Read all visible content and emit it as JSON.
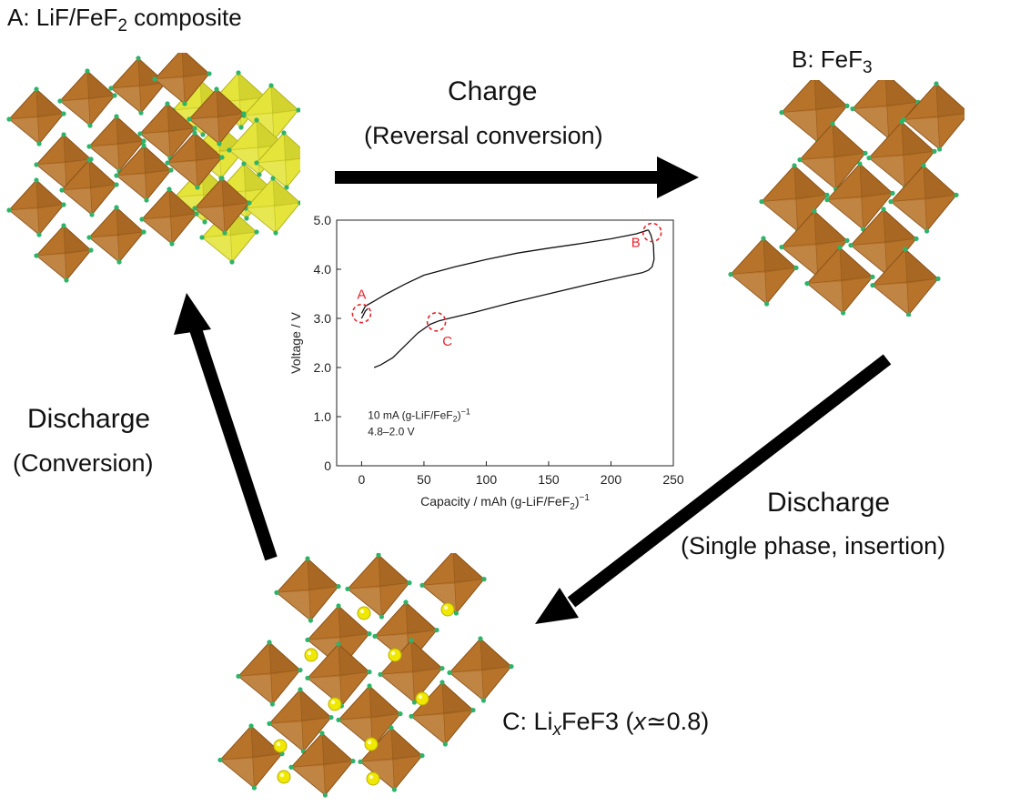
{
  "labels": {
    "a_prefix": "A: LiF/FeF",
    "a_sub": "2",
    "a_suffix": " composite",
    "b_prefix": "B: FeF",
    "b_sub": "3",
    "c_prefix": "C: Li",
    "c_sub": "x",
    "c_suffix": "FeF3 (",
    "c_x": "x",
    "c_approx": "≃0.8)"
  },
  "arrows": {
    "charge_title": "Charge",
    "charge_subtitle": "(Reversal conversion)",
    "discharge_left_title": "Discharge",
    "discharge_left_subtitle": "(Conversion)",
    "discharge_right_title": "Discharge",
    "discharge_right_subtitle": "(Single phase, insertion)"
  },
  "colors": {
    "octahedron": "#b8732a",
    "octahedron_dark": "#8a5318",
    "liF_octahedron": "#e4e43a",
    "li_atom": "#f0e800",
    "fluorine_atom": "#2db36a",
    "marker": "#e8242c",
    "arrow": "#000000"
  },
  "chart_data": {
    "type": "line",
    "xlabel": "Capacity / mAh (g-LiF/FeF",
    "xlabel_sub": "2",
    "xlabel_end": ")",
    "xlabel_sup": "−1",
    "ylabel": "Voltage / V",
    "xlim": [
      -20,
      250
    ],
    "ylim": [
      0,
      5.0
    ],
    "xticks": [
      0,
      50,
      100,
      150,
      200,
      250
    ],
    "yticks": [
      0,
      1.0,
      2.0,
      3.0,
      4.0,
      5.0
    ],
    "ytick_labels": [
      "0",
      "1.0",
      "2.0",
      "3.0",
      "4.0",
      "5.0"
    ],
    "annotation_line1": "10 mA (g-LiF/FeF",
    "annotation_line1_sub": "2",
    "annotation_line1_end": ")",
    "annotation_line1_sup": "−1",
    "annotation_line2": "4.8–2.0 V",
    "series": [
      {
        "x": [
          0,
          3,
          10,
          20,
          35,
          50,
          75,
          100,
          125,
          150,
          175,
          200,
          220,
          230
        ],
        "y": [
          3.1,
          3.25,
          3.35,
          3.5,
          3.7,
          3.88,
          4.05,
          4.2,
          4.33,
          4.43,
          4.52,
          4.62,
          4.72,
          4.8
        ]
      },
      {
        "x": [
          230,
          232,
          234,
          234.5,
          233,
          230,
          225,
          210,
          180,
          150,
          120,
          90,
          70,
          62,
          55,
          45,
          35,
          25,
          15,
          10
        ],
        "y": [
          4.8,
          4.7,
          4.5,
          4.2,
          4.05,
          3.98,
          3.93,
          3.85,
          3.68,
          3.5,
          3.32,
          3.12,
          3.0,
          2.95,
          2.88,
          2.7,
          2.45,
          2.2,
          2.05,
          2.0
        ]
      },
      {
        "x": [
          0,
          1,
          3,
          5
        ],
        "y": [
          3.0,
          3.05,
          3.15,
          3.2
        ]
      }
    ],
    "markers": [
      {
        "label": "A",
        "x": 0,
        "y": 3.1
      },
      {
        "label": "B",
        "x": 233,
        "y": 4.75
      },
      {
        "label": "C",
        "x": 60,
        "y": 2.93
      }
    ]
  }
}
